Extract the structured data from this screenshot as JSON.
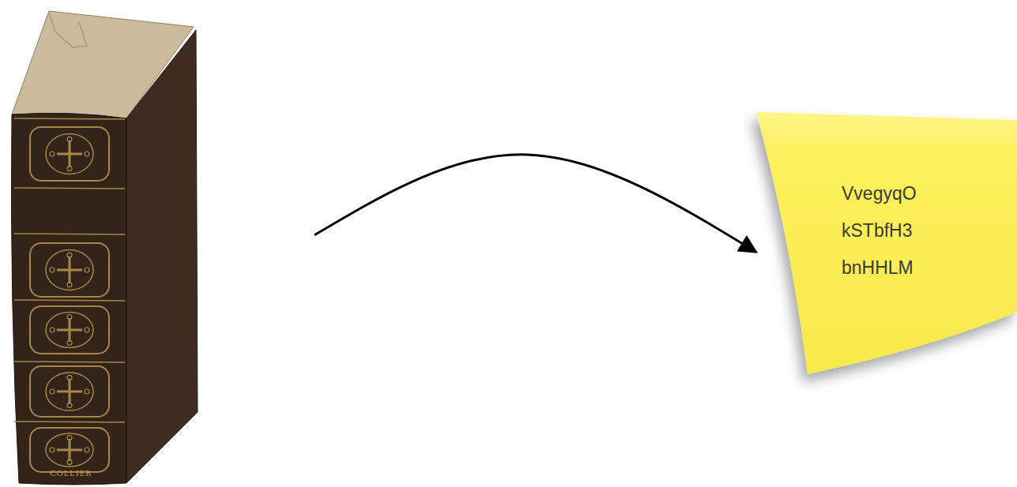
{
  "diagram": {
    "nodes": [
      {
        "text": [
          "COLLIER"
        ]
      },
      {
        "text": [
          "VvegyqO kSTbfH3 bnHHLM"
        ]
      }
    ],
    "edges": [
      {
        "from": 0,
        "to": 1,
        "arrow": "to"
      }
    ]
  }
}
